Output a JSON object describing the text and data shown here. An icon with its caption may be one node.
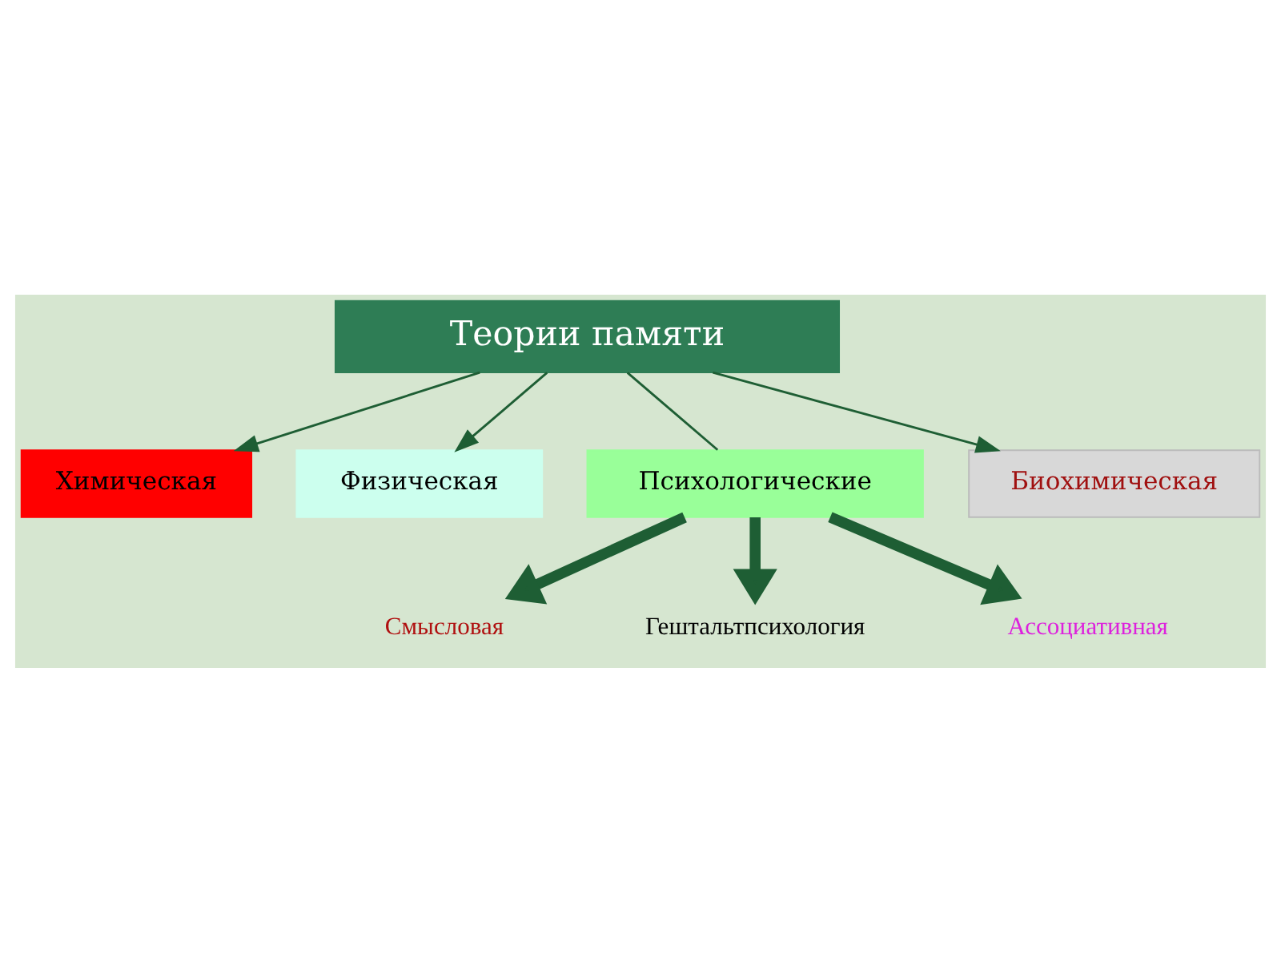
{
  "diagram": {
    "nodes": [
      {
        "text": [
          "Теории памяти"
        ]
      },
      {
        "text": [
          "Химическая"
        ]
      },
      {
        "text": [
          "Биохимическая"
        ]
      },
      {
        "text": [
          "Физическая"
        ]
      },
      {
        "text": [
          "Психологические"
        ]
      },
      {
        "text": [
          "Смысловая"
        ]
      },
      {
        "text": [
          "Гештальтпсихология"
        ]
      },
      {
        "text": [
          "Ассоциативная"
        ]
      }
    ],
    "edges": [
      {
        "from": 0,
        "to": 1,
        "arrow": "to"
      },
      {
        "from": 0,
        "to": 3,
        "arrow": "to"
      },
      {
        "from": 0,
        "to": 4,
        "arrow": "none"
      },
      {
        "from": 0,
        "to": 2,
        "arrow": "to"
      },
      {
        "from": 4,
        "to": 5,
        "arrow": "to",
        "style": "thick"
      },
      {
        "from": 4,
        "to": 6,
        "arrow": "to",
        "style": "thick"
      },
      {
        "from": 4,
        "to": 7,
        "arrow": "to",
        "style": "thick"
      }
    ]
  }
}
